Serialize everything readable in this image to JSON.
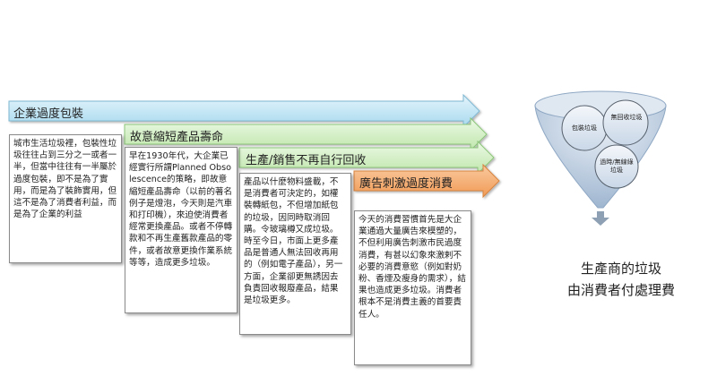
{
  "stages": [
    {
      "title": "企業過度包裝",
      "body": "城市生活垃圾裡，包裝性垃圾往往占到三分之一或者一半，但當中往往有一半屬於過度包裝，即不是為了實用，而是為了裝飾實用，但這不是為了消費者利益，而是為了企業的利益"
    },
    {
      "title": "故意縮短產品壽命",
      "body": "早在1930年代，大企業已經實行所謂Planned Obsolescence的策略，即故意縮短產品壽命（以前的著名例子是燈泡，今天則是汽車和打印機），來迫使消費者經常更換產品。或者不停轉款和不再生產舊款產品的零件，或者故意更換作業系統等等，造成更多垃圾。"
    },
    {
      "title": "生產/銷售不再自行回收",
      "body": "產品以什麼物料盛載，不是消費者可決定的，如權裝轉紙包，不但增加紙包的垃圾，因同時取消回購。令玻璃樽又成垃圾。時至今日，市面上更多產品是普通人無法回收再用的（例如電子產品），另一方面，企業卻更無誘因去負責回收報廢產品，結果是垃圾更多。"
    },
    {
      "title": "廣告刺激過度消費",
      "body": "今天的消費習慣首先是大企業通過大量廣告來模塑的，不但利用廣告刺激市民過度消費，有甚以幻象來激剌不必要的消費意慾（例如對奶粉、香煙及瘦身的需求），結果也造成更多垃圾。消費者根本不是消費主義的首要責任人。"
    }
  ],
  "funnel": {
    "items": [
      "包裝垃圾",
      "無回收垃圾",
      "過時/無線綠垃圾"
    ]
  },
  "result": {
    "line1": "生產商的垃圾",
    "line2": "由消費者付處理費"
  },
  "colors": {
    "arrow1": "#bfe4f3",
    "arrow2": "#d3efc4",
    "arrow3": "#d3efc4",
    "arrow4": "#f4ae70",
    "funnel": "#a9bfd8",
    "funnel_light": "#eaf0f7"
  }
}
